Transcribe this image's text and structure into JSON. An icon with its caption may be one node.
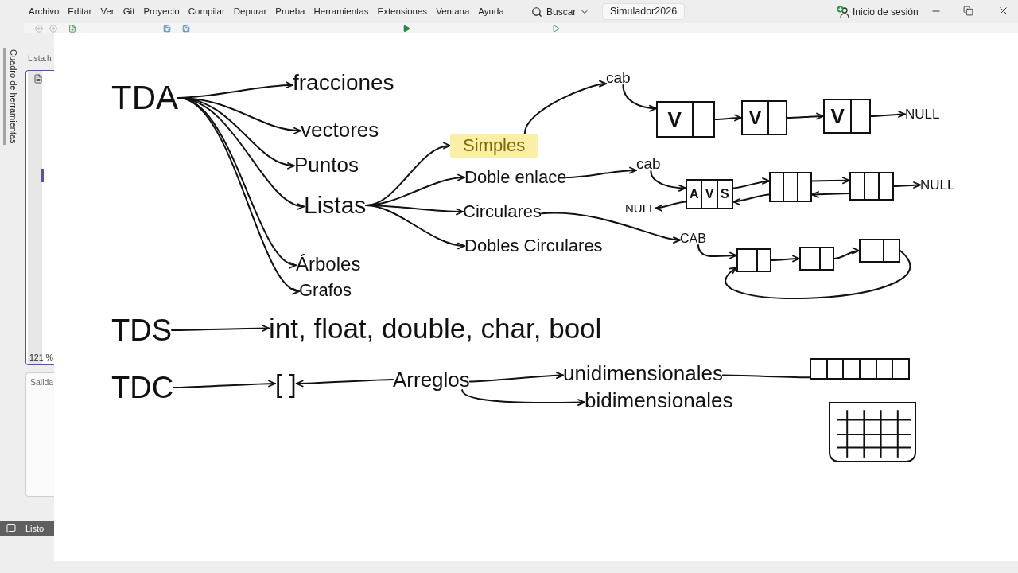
{
  "diagram": {
    "nodes": [
      {
        "text": [
          "TDA"
        ]
      },
      {
        "text": [
          "fracciones"
        ]
      },
      {
        "text": [
          "vectores"
        ]
      },
      {
        "text": [
          "Puntos"
        ]
      },
      {
        "text": [
          "Listas"
        ]
      },
      {
        "text": [
          "Árboles"
        ]
      },
      {
        "text": [
          "Grafos"
        ]
      },
      {
        "text": [
          "Simples"
        ]
      },
      {
        "text": [
          "Doble enlace"
        ]
      },
      {
        "text": [
          "Circulares"
        ]
      },
      {
        "text": [
          "Dobles Circulares"
        ]
      },
      {
        "text": [
          "cab"
        ]
      },
      {
        "text": [
          "V"
        ]
      },
      {
        "text": [
          "V"
        ]
      },
      {
        "text": [
          "V"
        ]
      },
      {
        "text": [
          "NULL"
        ]
      },
      {
        "text": [
          "cab"
        ]
      },
      {
        "text": [
          "NULL"
        ]
      },
      {
        "text": [
          "A",
          "V",
          "S"
        ]
      },
      {
        "text": [],
        "shape": "box"
      },
      {
        "text": [],
        "shape": "box"
      },
      {
        "text": [
          "NULL"
        ]
      },
      {
        "text": [
          "CAB"
        ]
      },
      {
        "text": [],
        "shape": "box"
      },
      {
        "text": [],
        "shape": "box"
      },
      {
        "text": [],
        "shape": "box"
      },
      {
        "text": [
          "TDS"
        ]
      },
      {
        "text": [
          "int, float, double, char, bool"
        ]
      },
      {
        "text": [
          "TDC"
        ]
      },
      {
        "text": [
          "[ ]"
        ]
      },
      {
        "text": [
          "Arreglos"
        ]
      },
      {
        "text": [
          "unidimensionales"
        ]
      },
      {
        "text": [
          "bidimensionales"
        ]
      },
      {
        "text": [],
        "shape": "box"
      },
      {
        "text": [],
        "shape": "grid"
      }
    ],
    "edges": [
      {
        "from": 0,
        "to": 1,
        "arrow": "to"
      },
      {
        "from": 0,
        "to": 2,
        "arrow": "to"
      },
      {
        "from": 0,
        "to": 3,
        "arrow": "to"
      },
      {
        "from": 0,
        "to": 4,
        "arrow": "to"
      },
      {
        "from": 0,
        "to": 5,
        "arrow": "to"
      },
      {
        "from": 0,
        "to": 6,
        "arrow": "to"
      },
      {
        "from": 4,
        "to": 7,
        "arrow": "to"
      },
      {
        "from": 4,
        "to": 8,
        "arrow": "to"
      },
      {
        "from": 4,
        "to": 9,
        "arrow": "to"
      },
      {
        "from": 4,
        "to": 10,
        "arrow": "to"
      },
      {
        "from": 7,
        "to": 11,
        "arrow": "to"
      },
      {
        "from": 11,
        "to": 12,
        "arrow": "to"
      },
      {
        "from": 12,
        "to": 13,
        "arrow": "to"
      },
      {
        "from": 13,
        "to": 14,
        "arrow": "to"
      },
      {
        "from": 14,
        "to": 15,
        "arrow": "to"
      },
      {
        "from": 8,
        "to": 16,
        "arrow": "to"
      },
      {
        "from": 16,
        "to": 18,
        "arrow": "to"
      },
      {
        "from": 18,
        "to": 17,
        "arrow": "to"
      },
      {
        "from": 18,
        "to": 19,
        "arrow": "to"
      },
      {
        "from": 19,
        "to": 18,
        "arrow": "to"
      },
      {
        "from": 19,
        "to": 20,
        "arrow": "to"
      },
      {
        "from": 20,
        "to": 19,
        "arrow": "to"
      },
      {
        "from": 20,
        "to": 21,
        "arrow": "to"
      },
      {
        "from": 9,
        "to": 22,
        "arrow": "to"
      },
      {
        "from": 22,
        "to": 23,
        "arrow": "to"
      },
      {
        "from": 23,
        "to": 24,
        "arrow": "to"
      },
      {
        "from": 24,
        "to": 25,
        "arrow": "to"
      },
      {
        "from": 25,
        "to": 23,
        "arrow": "to"
      },
      {
        "from": 26,
        "to": 27,
        "arrow": "to"
      },
      {
        "from": 28,
        "to": 29,
        "arrow": "to"
      },
      {
        "from": 30,
        "to": 29,
        "arrow": "to"
      },
      {
        "from": 30,
        "to": 31,
        "arrow": "to"
      },
      {
        "from": 30,
        "to": 32,
        "arrow": "to"
      },
      {
        "from": 31,
        "to": 33,
        "arrow": "none"
      }
    ],
    "labels": [
      "Archivo",
      "Editar",
      "Ver",
      "Git",
      "Proyecto",
      "Compilar",
      "Depurar",
      "Prueba",
      "Herramientas",
      "Extensiones",
      "Ventana",
      "Ayuda",
      "Buscar",
      "Simulador2026",
      "Inicio de sesión",
      "Cuadro de herramientas",
      "Lista.h",
      "121 %",
      "Salida",
      "Listo"
    ]
  }
}
